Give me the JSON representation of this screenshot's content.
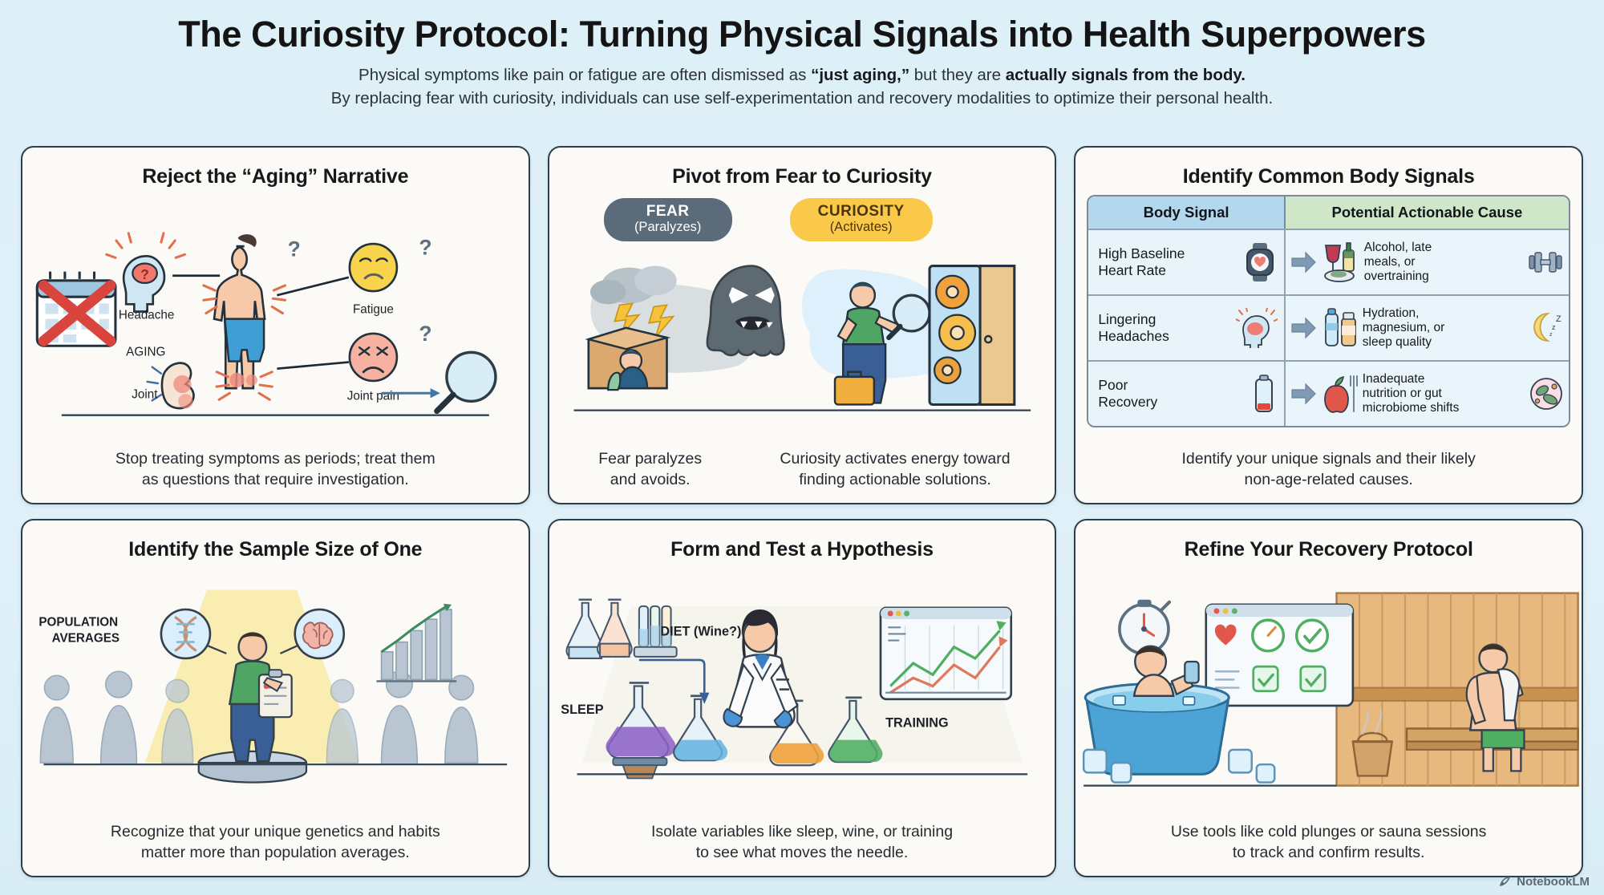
{
  "header": {
    "title": "The Curiosity Protocol: Turning Physical Signals into Health Superpowers",
    "subtitle_line1_a": "Physical symptoms like pain or fatigue are often dismissed as ",
    "subtitle_line1_b": "“just aging,”",
    "subtitle_line1_c": " but they are ",
    "subtitle_line1_d": "actually signals from the body.",
    "subtitle_line2": "By replacing fear with curiosity, individuals can use self-experimentation and recovery modalities to optimize their personal health."
  },
  "cards": [
    {
      "title": "Reject the “Aging” Narrative",
      "caption": "Stop treating symptoms as periods; treat them\nas questions that require investigation.",
      "labels": {
        "headache": "Headache",
        "aging": "AGING",
        "joint": "Joint",
        "fatigue": "Fatigue",
        "joint_pain": "Joint pain",
        "q1": "?",
        "q2": "?",
        "q3": "?"
      }
    },
    {
      "title": "Pivot from Fear to Curiosity",
      "caption": "Fear paralyzes\nand avoids.",
      "caption2": "Curiosity activates energy toward\nfinding actionable solutions.",
      "fear_badge": {
        "main": "FEAR",
        "sub": "(Paralyzes)"
      },
      "curiosity_badge": {
        "main": "CURIOSITY",
        "sub": "(Activates)"
      }
    },
    {
      "title": "Identify Common Body Signals",
      "caption": "Identify your unique signals and their likely\nnon-age-related causes.",
      "table": {
        "headers": [
          "Body Signal",
          "Potential Actionable Cause"
        ],
        "rows": [
          {
            "signal": "High Baseline\nHeart Rate",
            "signal_icon": "smartwatch-heart-icon",
            "cause": "Alcohol, late\nmeals, or\novertraining",
            "cause_icon_left": "wine-and-meal-icon",
            "cause_icon_right": "dumbbell-icon"
          },
          {
            "signal": "Lingering\nHeadaches",
            "signal_icon": "head-brain-pain-icon",
            "cause": "Hydration,\nmagnesium, or\nsleep quality",
            "cause_icon_left": "water-bottle-supplement-icon",
            "cause_icon_right": "moon-sleep-icon"
          },
          {
            "signal": "Poor\nRecovery",
            "signal_icon": "low-battery-icon",
            "cause": "Inadequate\nnutrition or gut\nmicrobiome shifts",
            "cause_icon_left": "apple-fork-icon",
            "cause_icon_right": "microbiome-icon"
          }
        ]
      }
    },
    {
      "title": "Identify the Sample Size of One",
      "caption": "Recognize that your unique genetics and habits\nmatter more than population averages.",
      "labels": {
        "population_averages": "POPULATION\nAVERAGES"
      }
    },
    {
      "title": "Form and Test a Hypothesis",
      "caption": "Isolate variables like sleep, wine, or training\nto see what moves the needle.",
      "labels": {
        "sleep": "SLEEP",
        "diet": "DIET (Wine?)",
        "training": "TRAINING"
      }
    },
    {
      "title": "Refine Your Recovery Protocol",
      "caption": "Use tools like cold plunges or sauna sessions\nto track and confirm results."
    }
  ],
  "watermark": {
    "label": "NotebookLM"
  },
  "colors": {
    "background": "#dff0f7",
    "card_bg": "#fbfaf7",
    "card_border": "#2d3e4e",
    "fear_badge": "#5c6b7a",
    "curiosity_badge": "#fbc94a",
    "table_header_signal": "#b3d8ee",
    "table_header_cause": "#cfe7c8",
    "skin": "#f6c9a8",
    "shorts": "#3f9fd4",
    "accent_red": "#e8554d"
  }
}
